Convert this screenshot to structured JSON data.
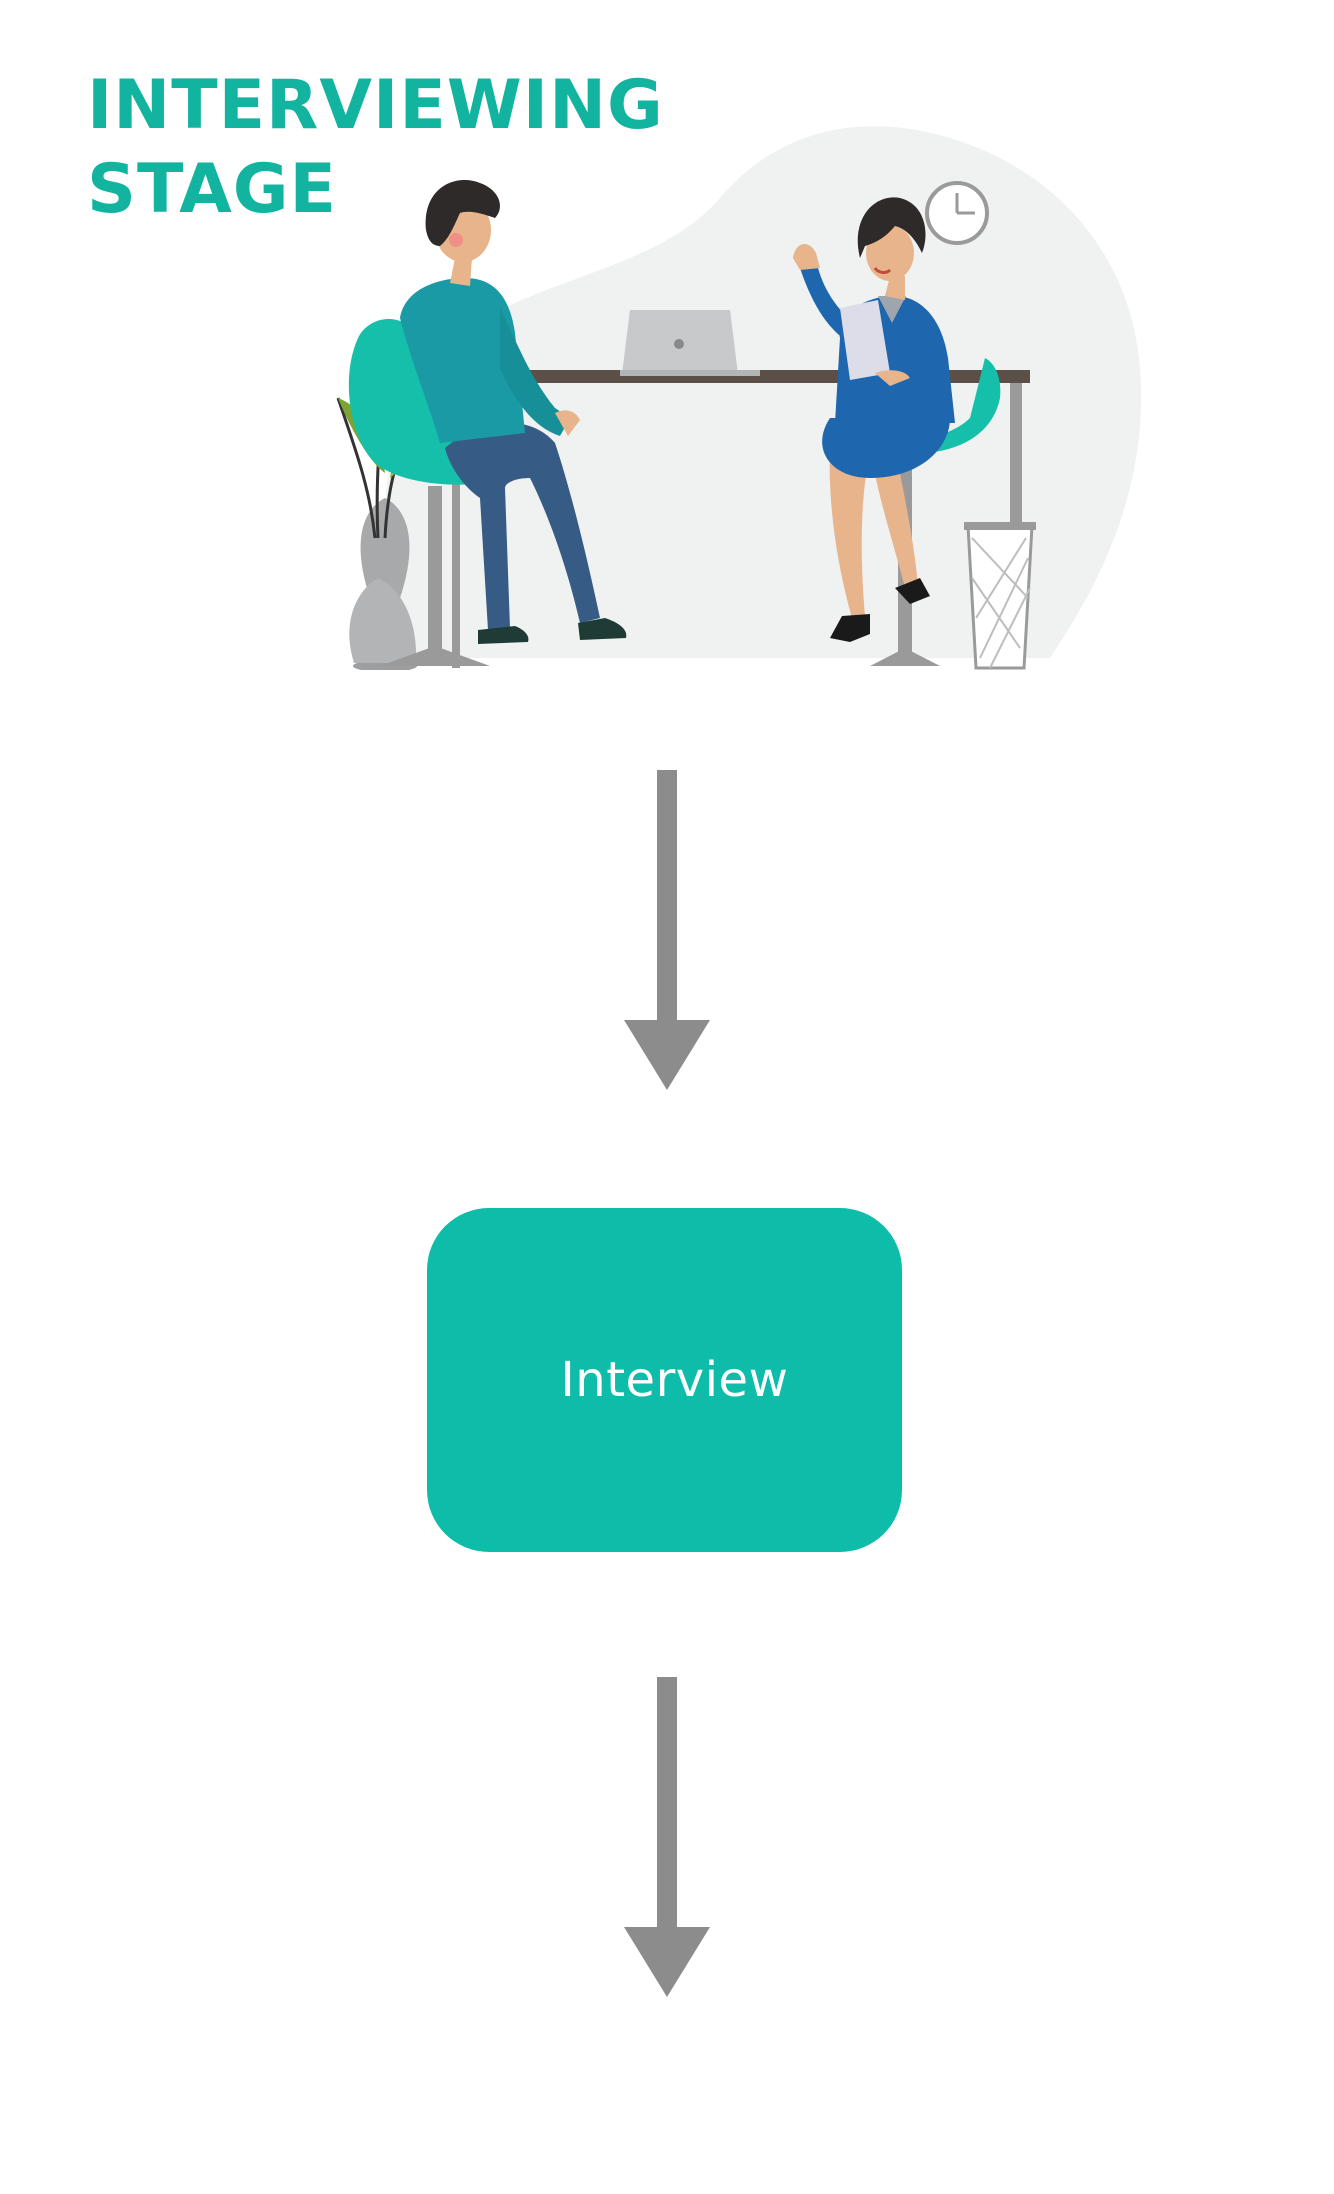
{
  "title": {
    "line1": "INTERVIEWING",
    "line2": "STAGE"
  },
  "illustration": {
    "subject": "interview-scene-illustration"
  },
  "flow": {
    "node_label": "Interview"
  },
  "colors": {
    "accent": "#12b4a0",
    "node_fill": "#0dbca9",
    "arrow": "#8c8c8c",
    "blob": "#f0f1f1",
    "blue_dress": "#1e66ad",
    "teal_chair": "#15bfa9"
  }
}
